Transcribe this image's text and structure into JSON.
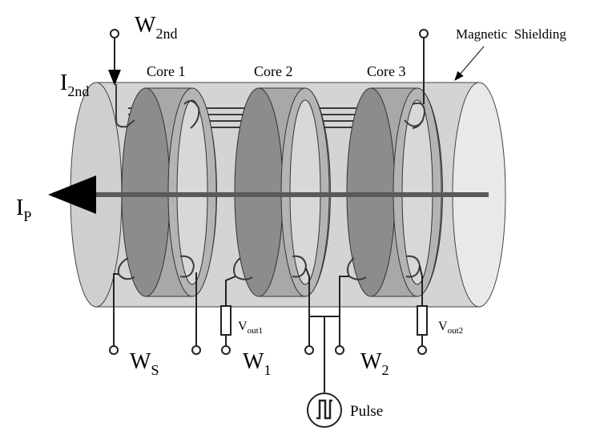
{
  "labels": {
    "w_2nd": {
      "main": "W",
      "sub": "2nd"
    },
    "i_2nd": {
      "main": "I",
      "sub": "2nd"
    },
    "i_p": {
      "main": "I",
      "sub": "P"
    },
    "w_s": {
      "main": "W",
      "sub": "S"
    },
    "w_1": {
      "main": "W",
      "sub": "1"
    },
    "w_2": {
      "main": "W",
      "sub": "2"
    },
    "v_out1": {
      "main": "V",
      "sub": "out1"
    },
    "v_out2": {
      "main": "V",
      "sub": "out2"
    },
    "core_1": "Core 1",
    "core_2": "Core 2",
    "core_3": "Core 3",
    "magnetic_shielding": "Magnetic  Shielding",
    "pulse": "Pulse"
  },
  "colors": {
    "shield": "#d4d4d4",
    "core_face": "#8c8c8c",
    "core_rim": "#a8a8a8",
    "rod": "#5a5a5a",
    "wire": "#3a3a3a"
  }
}
